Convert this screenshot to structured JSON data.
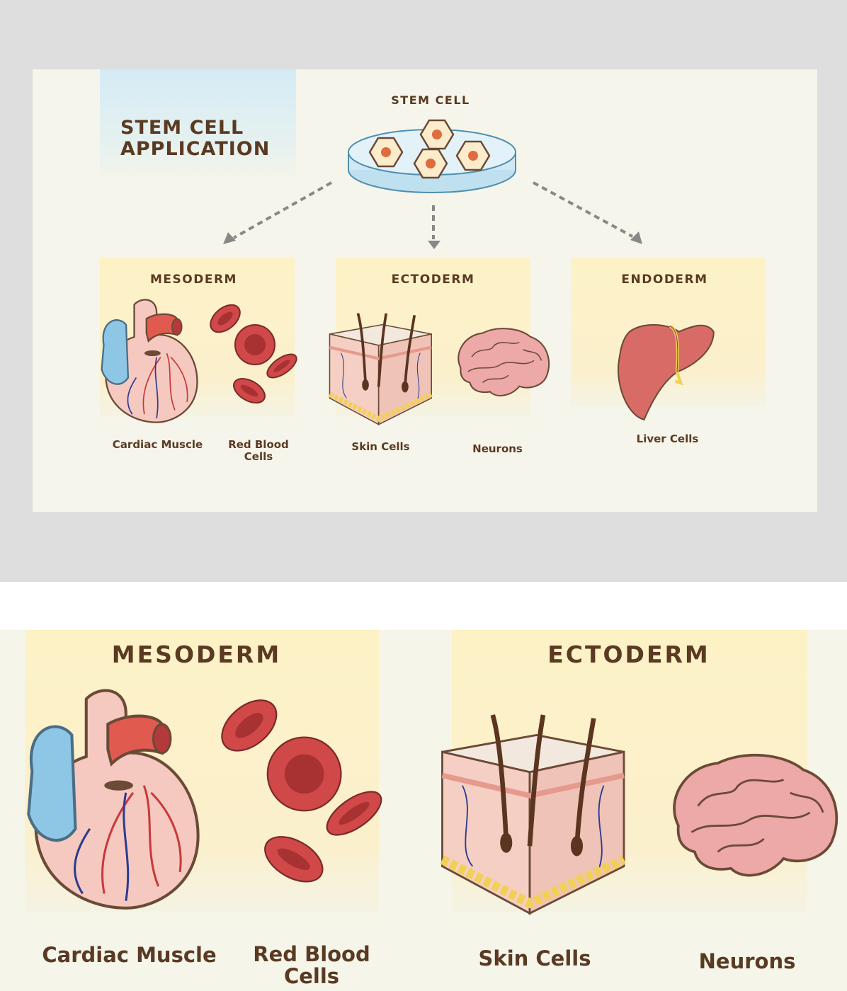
{
  "diagram": {
    "title": "STEM CELL\nAPPLICATION",
    "source_label": "STEM CELL",
    "sections": [
      {
        "name": "MESODERM",
        "items": [
          "Cardiac Muscle",
          "Red Blood\nCells"
        ]
      },
      {
        "name": "ECTODERM",
        "items": [
          "Skin Cells",
          "Neurons"
        ]
      },
      {
        "name": "ENDODERM",
        "items": [
          "Liver Cells"
        ]
      }
    ]
  },
  "zoom": {
    "sections": [
      {
        "name": "MESODERM",
        "items": [
          "Cardiac Muscle",
          "Red Blood\nCells"
        ]
      },
      {
        "name": "ECTODERM",
        "items": [
          "Skin Cells",
          "Neurons"
        ]
      }
    ]
  },
  "colors": {
    "text": "#5a3a22",
    "panel_yellow": "#fdf2c6",
    "title_blue": "#d4ebf6",
    "card": "#f6f5eb",
    "heart_pink": "#f5c9c0",
    "artery_red": "#e05a50",
    "vein_blue": "#8ec6e6",
    "blood_red": "#c93a3a",
    "liver": "#d96b66",
    "brain": "#eda8a8"
  },
  "icons": [
    "petri-dish-icon",
    "stem-cell-icon",
    "heart-icon",
    "red-blood-cell-icon",
    "skin-cross-section-icon",
    "brain-icon",
    "liver-icon",
    "dashed-arrow-icon"
  ]
}
